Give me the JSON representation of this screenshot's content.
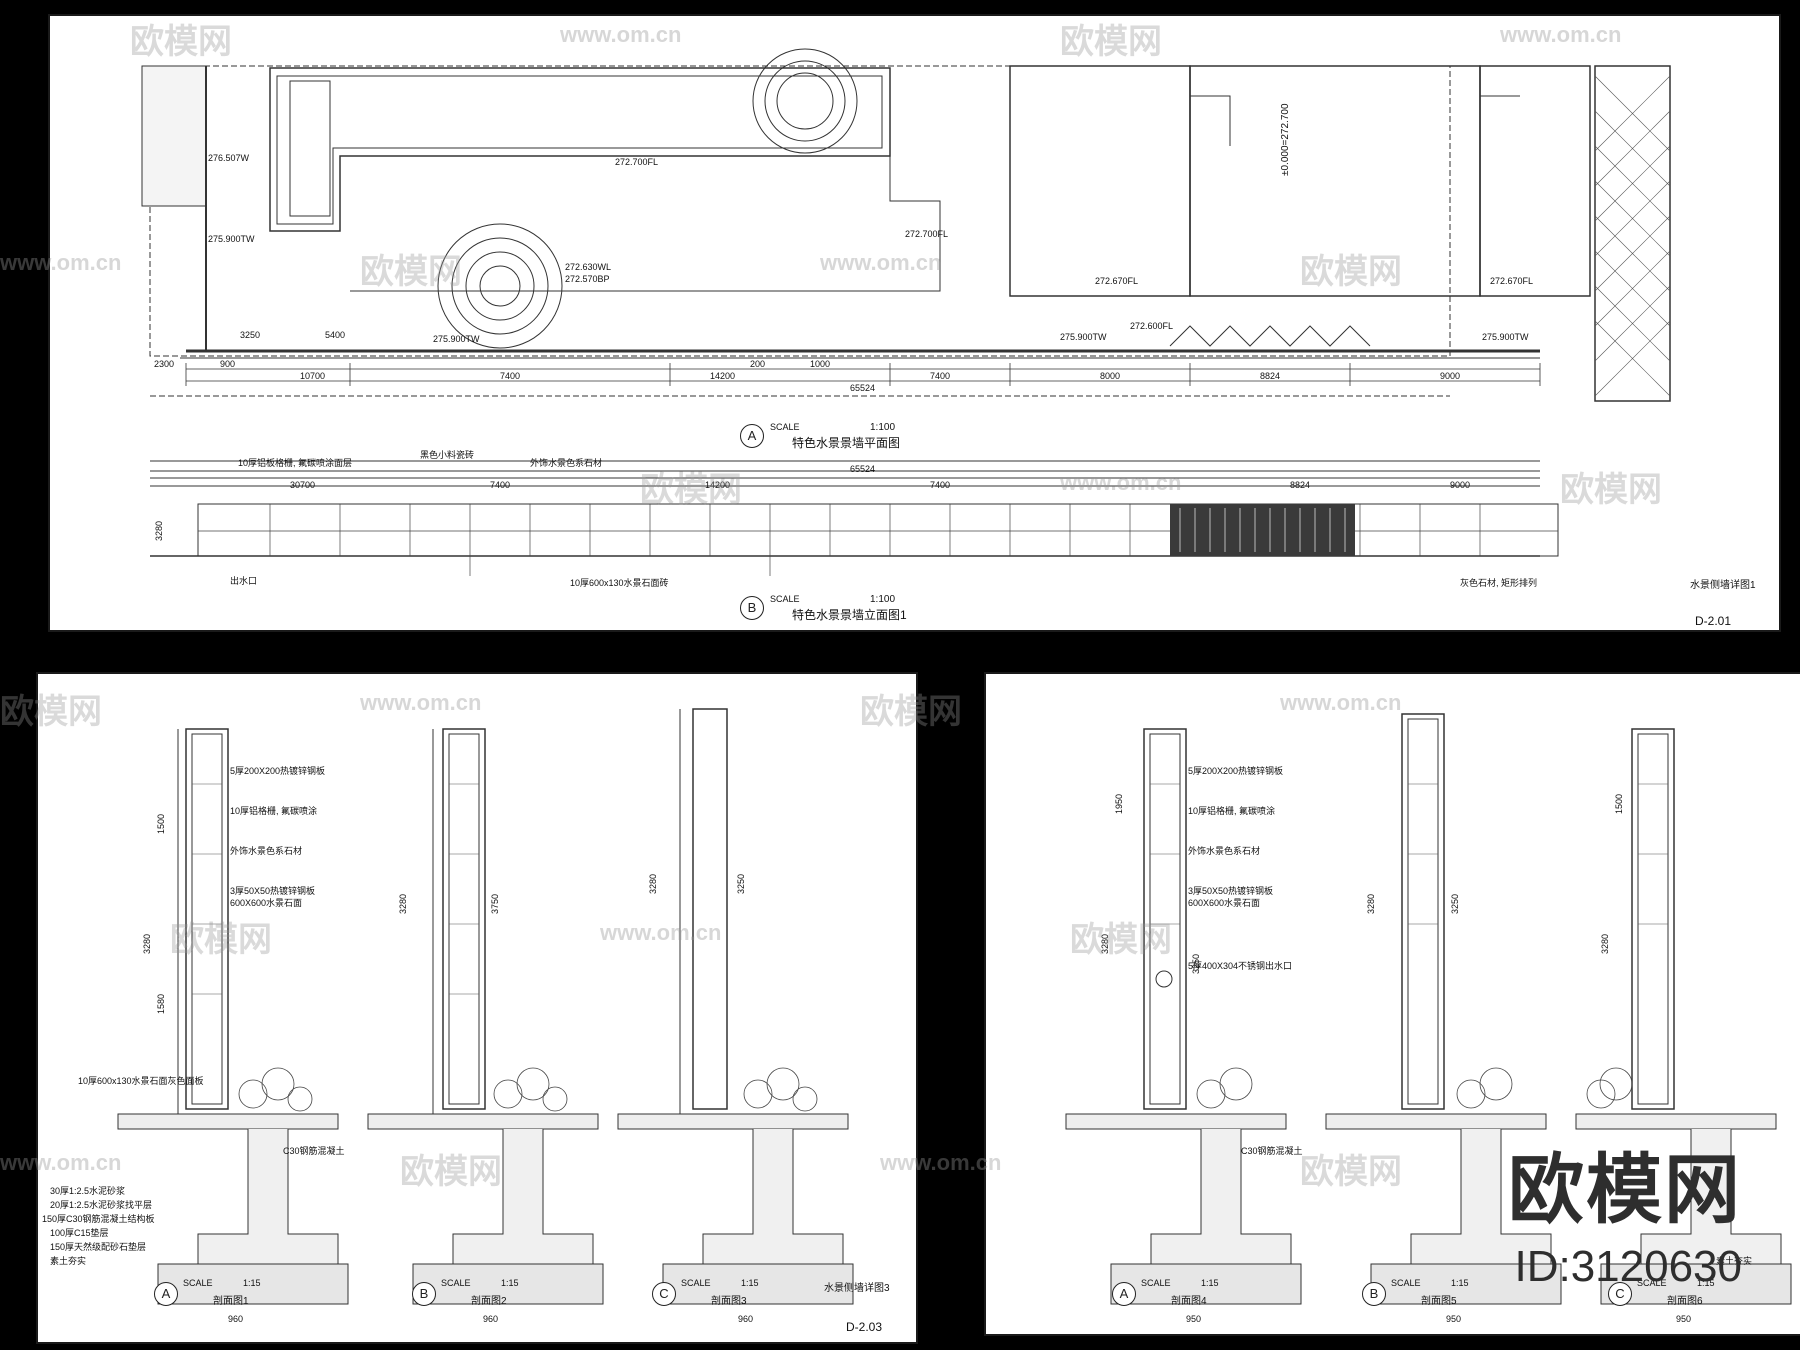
{
  "sheets": {
    "top": {
      "sheet_no": "D-2.01",
      "sheet_title": "水景侧墙详图1",
      "plan": {
        "marker": "A",
        "scale_label": "SCALE",
        "scale": "1:100",
        "title": "特色水景景墙平面图",
        "levels": [
          "276.507W",
          "272.700FL",
          "272.630WL",
          "272.570BP",
          "275.900TW",
          "272.700FL",
          "272.670FL",
          "275.900TW",
          "272.600FL",
          "272.670FL",
          "275.900TW",
          "275.900TW"
        ],
        "datum": "±0.000=272.700",
        "dims_total": "65524",
        "dims": [
          "10700",
          "7400",
          "14200",
          "7400",
          "8000",
          "8824",
          "9000"
        ],
        "small_dims": [
          "3250",
          "5400",
          "2300",
          "900",
          "200",
          "1000"
        ]
      },
      "elevation": {
        "marker": "B",
        "scale_label": "SCALE",
        "scale": "1:100",
        "title": "特色水景景墙立面图1",
        "dims_total": "65524",
        "dims": [
          "30700",
          "7400",
          "14200",
          "7400",
          "8824",
          "9000"
        ],
        "height": "3280",
        "notes": [
          "10厚铝板格栅, 氟碳喷涂面层",
          "黑色小料瓷砖",
          "外饰水景色系石材",
          "10厚600x130水景石面砖",
          "出水口",
          "灰色石材, 矩形排列"
        ]
      }
    },
    "bottom_left": {
      "sheet_no": "D-2.03",
      "sheet_title": "水景侧墙详图3",
      "sections": [
        {
          "marker": "A",
          "scale_label": "SCALE",
          "scale": "1:15",
          "title": "剖面图1",
          "heights": [
            "1500",
            "3280",
            "1580"
          ],
          "width": "960"
        },
        {
          "marker": "B",
          "scale_label": "SCALE",
          "scale": "1:15",
          "title": "剖面图2",
          "heights": [
            "3280",
            "3750"
          ],
          "width": "960"
        },
        {
          "marker": "C",
          "scale_label": "SCALE",
          "scale": "1:15",
          "title": "剖面图3",
          "heights": [
            "3280",
            "3250"
          ],
          "width": "960"
        }
      ],
      "notes": [
        "5厚200X200热镀锌钢板",
        "10厚铝格栅, 氟碳喷涂",
        "外饰水景色系石材",
        "3厚50X50热镀锌钢板",
        "600X600水景石面",
        "10厚600x130水景石面灰色面板",
        "C30钢筋混凝土",
        "30厚1:2.5水泥砂浆",
        "20厚1:2.5水泥砂浆找平层",
        "150厚C30钢筋混凝土结构板",
        "100厚C15垫层",
        "150厚天然级配砂石垫层",
        "素土夯实"
      ]
    },
    "bottom_right": {
      "sections": [
        {
          "marker": "A",
          "scale_label": "SCALE",
          "scale": "1:15",
          "title": "剖面图4",
          "heights": [
            "1950",
            "3280",
            "3250"
          ],
          "width": "950"
        },
        {
          "marker": "B",
          "scale_label": "SCALE",
          "scale": "1:15",
          "title": "剖面图5",
          "heights": [
            "3280",
            "3250"
          ],
          "width": "950"
        },
        {
          "marker": "C",
          "scale_label": "SCALE",
          "scale": "1:15",
          "title": "剖面图6",
          "heights": [
            "1500",
            "3280"
          ],
          "width": "950"
        }
      ],
      "notes": [
        "5厚200X200热镀锌钢板",
        "10厚铝格栅, 氟碳喷涂",
        "外饰水景色系石材",
        "3厚50X50热镀锌钢板",
        "600X600水景石面",
        "5厚400X304不锈钢出水口",
        "C30钢筋混凝土",
        "素土夯实"
      ]
    }
  },
  "watermarks": {
    "brand": "欧模网",
    "url": "www.om.cn"
  },
  "branding": {
    "logo": "欧模网",
    "id": "ID:3120630"
  }
}
